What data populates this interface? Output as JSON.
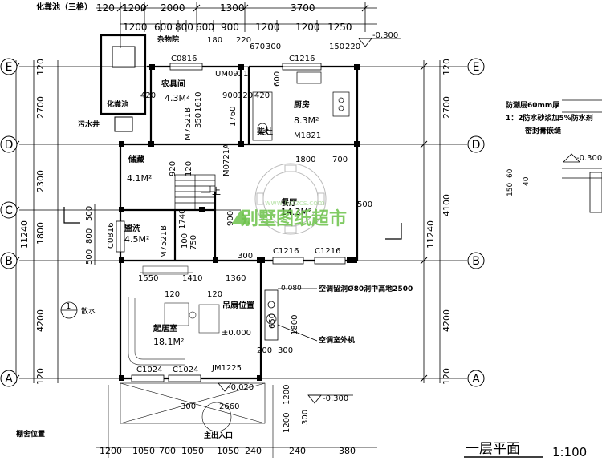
{
  "drawing": {
    "title": "一层平面",
    "scale": "1:100",
    "watermark_cn": "别墅图纸超市",
    "watermark_url": "www.bstzcs.com"
  },
  "dims_top_row1": [
    "1200",
    "2000",
    "1300",
    "3700"
  ],
  "dims_top_row1_extra": "120",
  "dims_top_row2": [
    "1200",
    "600",
    "800",
    "600",
    "900",
    "1200",
    "1200",
    "1250"
  ],
  "dims_bottom": [
    "1200",
    "1050",
    "700",
    "1050",
    "1050",
    "240",
    "240",
    "380"
  ],
  "dims_left": [
    "120",
    "2700",
    "2300",
    "1800",
    "4200",
    "120"
  ],
  "dims_left_sub": [
    "500",
    "800",
    "500"
  ],
  "dims_left_total": "11240",
  "dims_right": [
    "120",
    "2700",
    "4100",
    "4200",
    "120"
  ],
  "dims_right_total": "11240",
  "axes": [
    "E",
    "D",
    "C",
    "B",
    "A"
  ],
  "rooms": {
    "septic": "化粪池（三格）",
    "septic_inner": "化粪池",
    "sewage": "污水井",
    "sundry": "杂物院",
    "tools": "农具间",
    "tools_area": "4.3M²",
    "kitchen": "厨房",
    "kitchen_area": "8.3M²",
    "stove": "柴灶",
    "storage": "储藏",
    "storage_area": "4.1M²",
    "dining": "餐厅",
    "dining_area": "14.3M²",
    "wash": "盥洗",
    "wash_area": "4.5M²",
    "living": "起居室",
    "living_area": "18.1M²",
    "level_zero": "±0.000",
    "hanging_fan": "吊扇位置",
    "entrance": "主出入口",
    "shed": "棚舍位置",
    "ac_out": "空调室外机",
    "ac_hole": "空调留洞Ø80洞中高地2500",
    "ac_hole_label": "0.080"
  },
  "codes": {
    "c0816_top": "C0816",
    "c1216_top": "C1216",
    "um0921": "UM0921",
    "m7521b": "M7521B",
    "m0721a": "M0721A",
    "m1821": "M1821",
    "c0816_left": "C0816",
    "m7521b_wash": "M7521B",
    "c1216_mid_a": "C1216",
    "c1216_mid_b": "C1216",
    "c1024_a": "C1024",
    "c1024_b": "C1024",
    "jm1225": "JM1225"
  },
  "levels": {
    "top": "-0.300",
    "right": "-0.300",
    "bottom": "-0.300",
    "front": "-0.020"
  },
  "misc_dims": {
    "d180": "180",
    "d220": "220",
    "d670": "670",
    "d300": "300",
    "d150": "150",
    "d220b": "220",
    "d420": "420",
    "d1610": "1610",
    "d900": "900",
    "d120a": "120",
    "d1760": "1760",
    "d600": "600",
    "d420b": "420",
    "d1800": "1800",
    "d700": "700",
    "d1800b": "1800",
    "d300b": "300",
    "d500": "500",
    "d920": "920",
    "d120b": "120",
    "d1550": "1550",
    "d1410": "1410",
    "d1360": "1360",
    "d120c": "120",
    "d120d": "120",
    "d2660": "2660",
    "d300c": "300",
    "d200": "200",
    "d300d": "300",
    "d650": "650",
    "d1200": "1200",
    "d1200b": "1200",
    "d300e": "300",
    "d900b": "900",
    "d750": "750",
    "d1740": "1740",
    "d100": "100",
    "d350": "350"
  },
  "side_detail": {
    "layer1": "防潮层60mm厚",
    "layer2": "1：2防水砂浆加5%防水剂",
    "layer3": "密封膏嵌缝",
    "level": "-0.300",
    "d60": "60",
    "d150": "150",
    "d40": "40"
  },
  "section_mark": "1",
  "up_label": "上",
  "fan_label": "散水"
}
